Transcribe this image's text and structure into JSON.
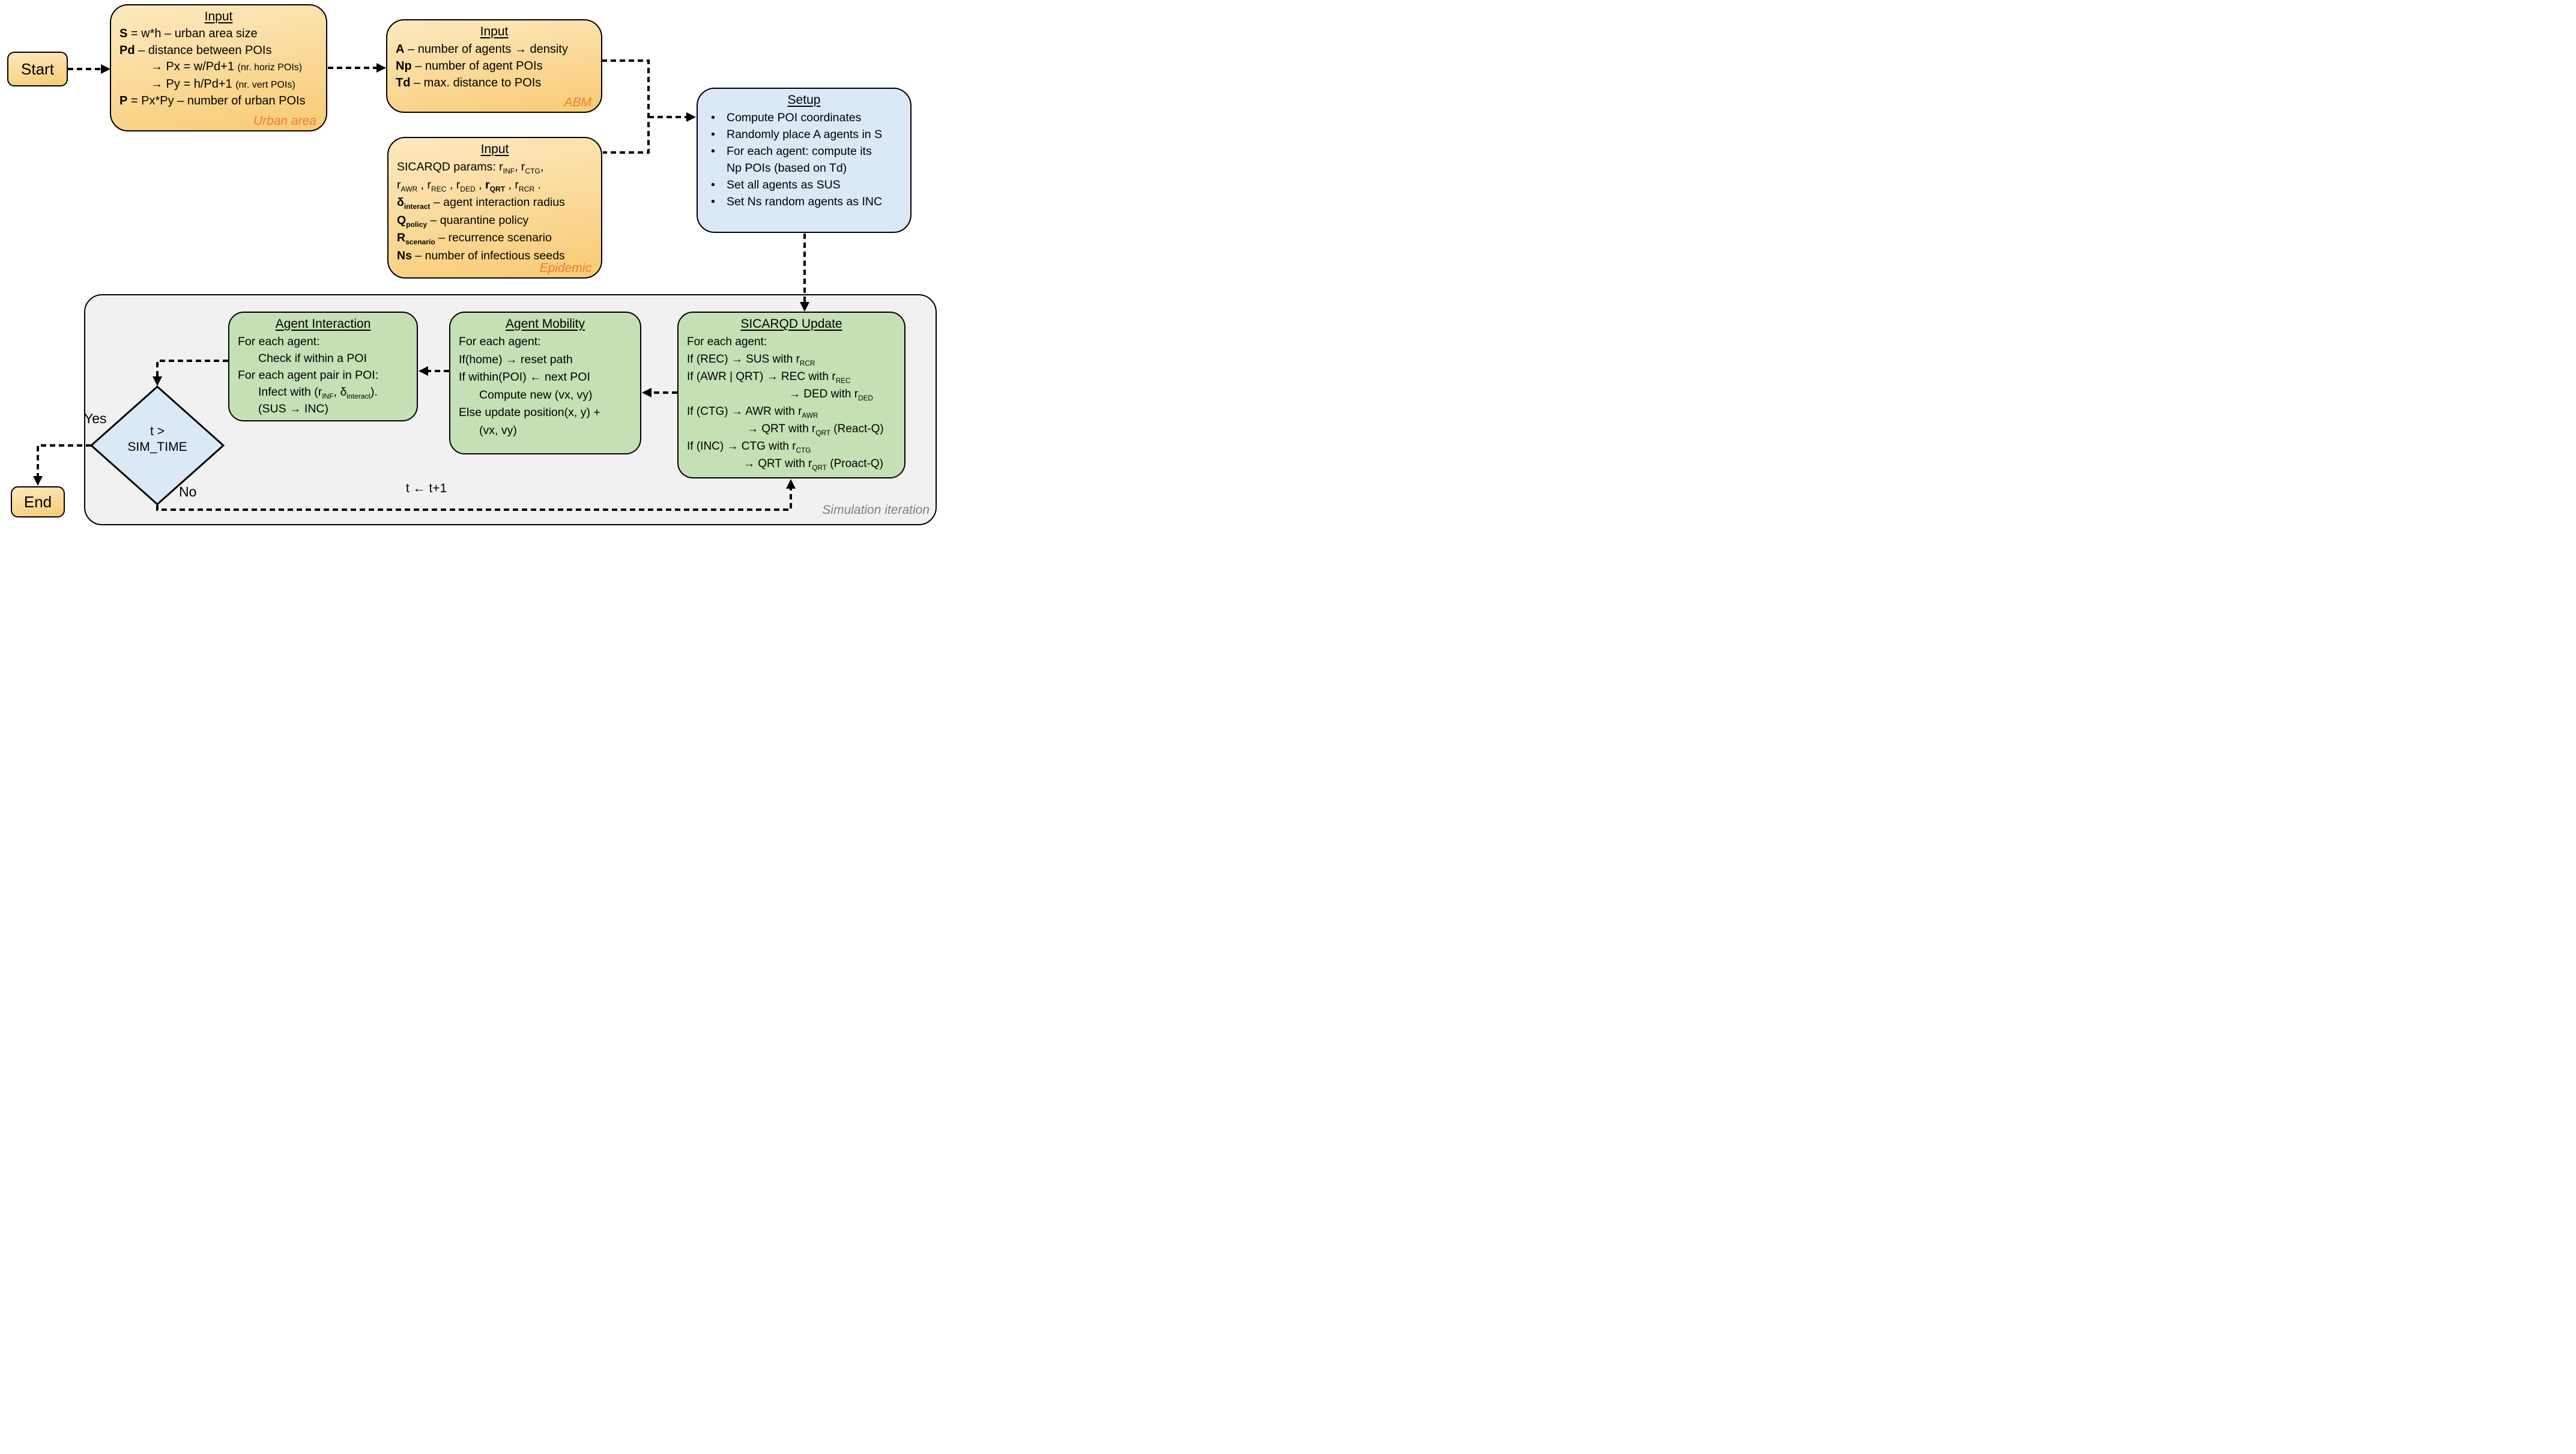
{
  "colors": {
    "orangeLight": "#FDE9C0",
    "orangeDark": "#F8CB74",
    "green": "#C5E0B4",
    "blueFill": "#DBE8F6",
    "grayFill": "#F1F1F2",
    "accentOrange": "#ED7D31",
    "grayLabel": "#7F7F7F",
    "line": "#000000"
  },
  "bullet_char": "•",
  "nodes": {
    "start": {
      "label": "Start"
    },
    "end": {
      "label": "End"
    },
    "input_urban": {
      "title": "Input",
      "footer": "Urban area",
      "lines": [
        {
          "segs": [
            {
              "t": "S",
              "b": true
            },
            {
              "t": " = w*h – urban area size"
            }
          ]
        },
        {
          "segs": [
            {
              "t": "Pd",
              "b": true
            },
            {
              "t": " – distance between POIs"
            }
          ]
        },
        {
          "indent": 52,
          "segs": [
            {
              "t": "→ Px = w/Pd+1 "
            },
            {
              "t": "(nr. horiz POIs)",
              "small": true
            }
          ]
        },
        {
          "indent": 52,
          "segs": [
            {
              "t": "→ Py = h/Pd+1 "
            },
            {
              "t": "(nr. vert POIs)",
              "small": true
            }
          ]
        },
        {
          "segs": [
            {
              "t": "P",
              "b": true
            },
            {
              "t": " = Px*Py – number of urban POIs"
            }
          ]
        }
      ]
    },
    "input_abm": {
      "title": "Input",
      "footer": "ABM",
      "lines": [
        {
          "segs": [
            {
              "t": "A",
              "b": true
            },
            {
              "t": " – number of agents → density"
            }
          ]
        },
        {
          "segs": [
            {
              "t": "Np",
              "b": true
            },
            {
              "t": " – number of agent POIs"
            }
          ]
        },
        {
          "segs": [
            {
              "t": "Td",
              "b": true
            },
            {
              "t": " – max. distance to POIs"
            }
          ]
        }
      ]
    },
    "input_epidemic": {
      "title": "Input",
      "footer": "Epidemic",
      "lines": [
        {
          "segs": [
            {
              "t": "SICARQD params: r"
            },
            {
              "t": "INF",
              "sub": true
            },
            {
              "t": ", r"
            },
            {
              "t": "CTG",
              "sub": true
            },
            {
              "t": ","
            }
          ]
        },
        {
          "segs": [
            {
              "t": "r"
            },
            {
              "t": "AWR",
              "sub": true
            },
            {
              "t": " , r"
            },
            {
              "t": "REC",
              "sub": true
            },
            {
              "t": " , r"
            },
            {
              "t": "DED",
              "sub": true
            },
            {
              "t": " , "
            },
            {
              "t": "r",
              "b": true
            },
            {
              "t": "QRT",
              "b": true,
              "sub": true
            },
            {
              "t": " , r"
            },
            {
              "t": "RCR",
              "sub": true
            },
            {
              "t": " ."
            }
          ]
        },
        {
          "segs": [
            {
              "t": "δ",
              "b": true
            },
            {
              "t": "interact",
              "b": true,
              "sub": true
            },
            {
              "t": " – agent interaction radius"
            }
          ]
        },
        {
          "segs": [
            {
              "t": "Q",
              "b": true
            },
            {
              "t": "policy",
              "b": true,
              "sub": true
            },
            {
              "t": " – quarantine policy"
            }
          ]
        },
        {
          "segs": [
            {
              "t": "R",
              "b": true
            },
            {
              "t": "scenario",
              "b": true,
              "sub": true
            },
            {
              "t": " – recurrence scenario"
            }
          ]
        },
        {
          "segs": [
            {
              "t": "Ns",
              "b": true
            },
            {
              "t": " – number of infectious seeds"
            }
          ]
        }
      ]
    },
    "setup": {
      "title": "Setup",
      "lines": [
        {
          "bullet": true,
          "segs": [
            {
              "t": "Compute POI coordinates"
            }
          ]
        },
        {
          "bullet": true,
          "segs": [
            {
              "t": "Randomly place A agents in S"
            }
          ]
        },
        {
          "bullet": true,
          "segs": [
            {
              "t": "For each agent: compute its"
            }
          ]
        },
        {
          "segs": [
            {
              "t": "Np POIs (based on Td)"
            }
          ]
        },
        {
          "bullet": true,
          "segs": [
            {
              "t": "Set all agents as SUS"
            }
          ]
        },
        {
          "bullet": true,
          "segs": [
            {
              "t": "Set Ns random agents as INC"
            }
          ]
        }
      ]
    },
    "sicarqd": {
      "title": "SICARQD Update",
      "lines": [
        {
          "segs": [
            {
              "t": "For each agent:"
            }
          ]
        },
        {
          "segs": [
            {
              "t": "If (REC) → SUS with r"
            },
            {
              "t": "RCR",
              "sub": true
            }
          ]
        },
        {
          "segs": [
            {
              "t": "If (AWR | QRT) → REC with r"
            },
            {
              "t": "REC",
              "sub": true
            }
          ]
        },
        {
          "indent": 170,
          "segs": [
            {
              "t": "→ DED with r"
            },
            {
              "t": "DED",
              "sub": true
            }
          ]
        },
        {
          "segs": [
            {
              "t": "If (CTG) → AWR with r"
            },
            {
              "t": "AWR",
              "sub": true
            }
          ]
        },
        {
          "indent": 100,
          "segs": [
            {
              "t": "→ QRT with r"
            },
            {
              "t": "QRT",
              "sub": true
            },
            {
              "t": " (React-Q)"
            }
          ]
        },
        {
          "segs": [
            {
              "t": "If (INC) → CTG with r"
            },
            {
              "t": "CTG",
              "sub": true
            }
          ]
        },
        {
          "indent": 94,
          "segs": [
            {
              "t": "→ QRT with r"
            },
            {
              "t": "QRT",
              "sub": true
            },
            {
              "t": " (Proact-Q)"
            }
          ]
        }
      ]
    },
    "mobility": {
      "title": "Agent Mobility",
      "lines": [
        {
          "segs": [
            {
              "t": "For each agent:"
            }
          ]
        },
        {
          "segs": [
            {
              "t": "If(home) → reset path"
            }
          ]
        },
        {
          "segs": [
            {
              "t": "If within(POI) ← next POI"
            }
          ]
        },
        {
          "indent": 34,
          "segs": [
            {
              "t": "Compute new (vx, vy)"
            }
          ]
        },
        {
          "segs": [
            {
              "t": "Else update position(x, y) +"
            }
          ]
        },
        {
          "indent": 34,
          "segs": [
            {
              "t": "(vx, vy)"
            }
          ]
        }
      ]
    },
    "interaction": {
      "title": "Agent Interaction",
      "lines": [
        {
          "segs": [
            {
              "t": "For each agent:"
            }
          ]
        },
        {
          "indent": 34,
          "segs": [
            {
              "t": "Check if within a POI"
            }
          ]
        },
        {
          "segs": [
            {
              "t": "For each agent pair in POI:"
            }
          ]
        },
        {
          "indent": 34,
          "segs": [
            {
              "t": "Infect with (r"
            },
            {
              "t": "INF",
              "sub": true
            },
            {
              "t": ", δ"
            },
            {
              "t": "interact",
              "sub": true
            },
            {
              "t": ")."
            }
          ]
        },
        {
          "indent": 34,
          "segs": [
            {
              "t": "(SUS → INC)"
            }
          ]
        }
      ]
    },
    "decision": {
      "line1": "t >",
      "line2": "SIM_TIME"
    }
  },
  "labels": {
    "yes": "Yes",
    "no": "No",
    "t_increment": "t ← t+1",
    "container": "Simulation iteration"
  }
}
